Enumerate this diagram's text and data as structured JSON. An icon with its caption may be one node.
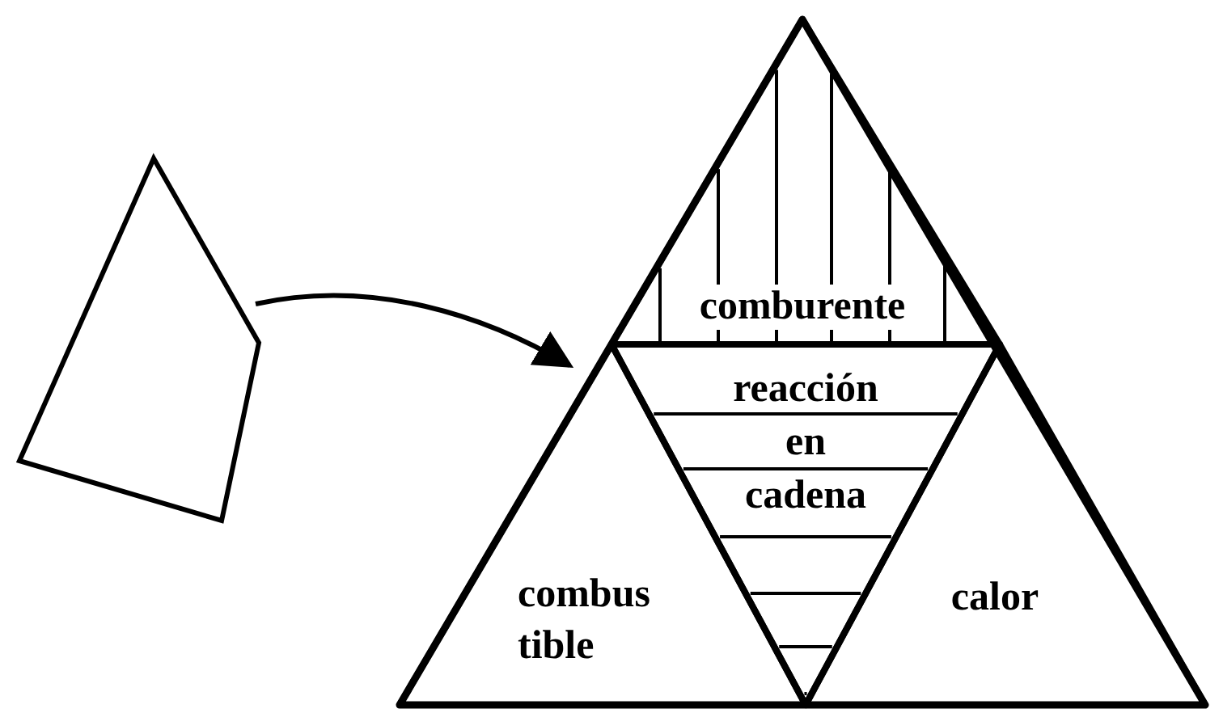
{
  "diagram": {
    "nodes": [
      {
        "text": [],
        "shape": "box"
      },
      {
        "text": [],
        "shape": "triangle"
      },
      {
        "text": [
          "comburente"
        ],
        "in": 1
      },
      {
        "text": [
          "reacción en cadena"
        ],
        "in": 1
      },
      {
        "text": [
          "combus tible"
        ],
        "in": 1
      },
      {
        "text": [
          "calor"
        ],
        "in": 1
      }
    ],
    "edges": [
      {
        "from": 0,
        "to": 1,
        "arrow": "to"
      }
    ]
  }
}
